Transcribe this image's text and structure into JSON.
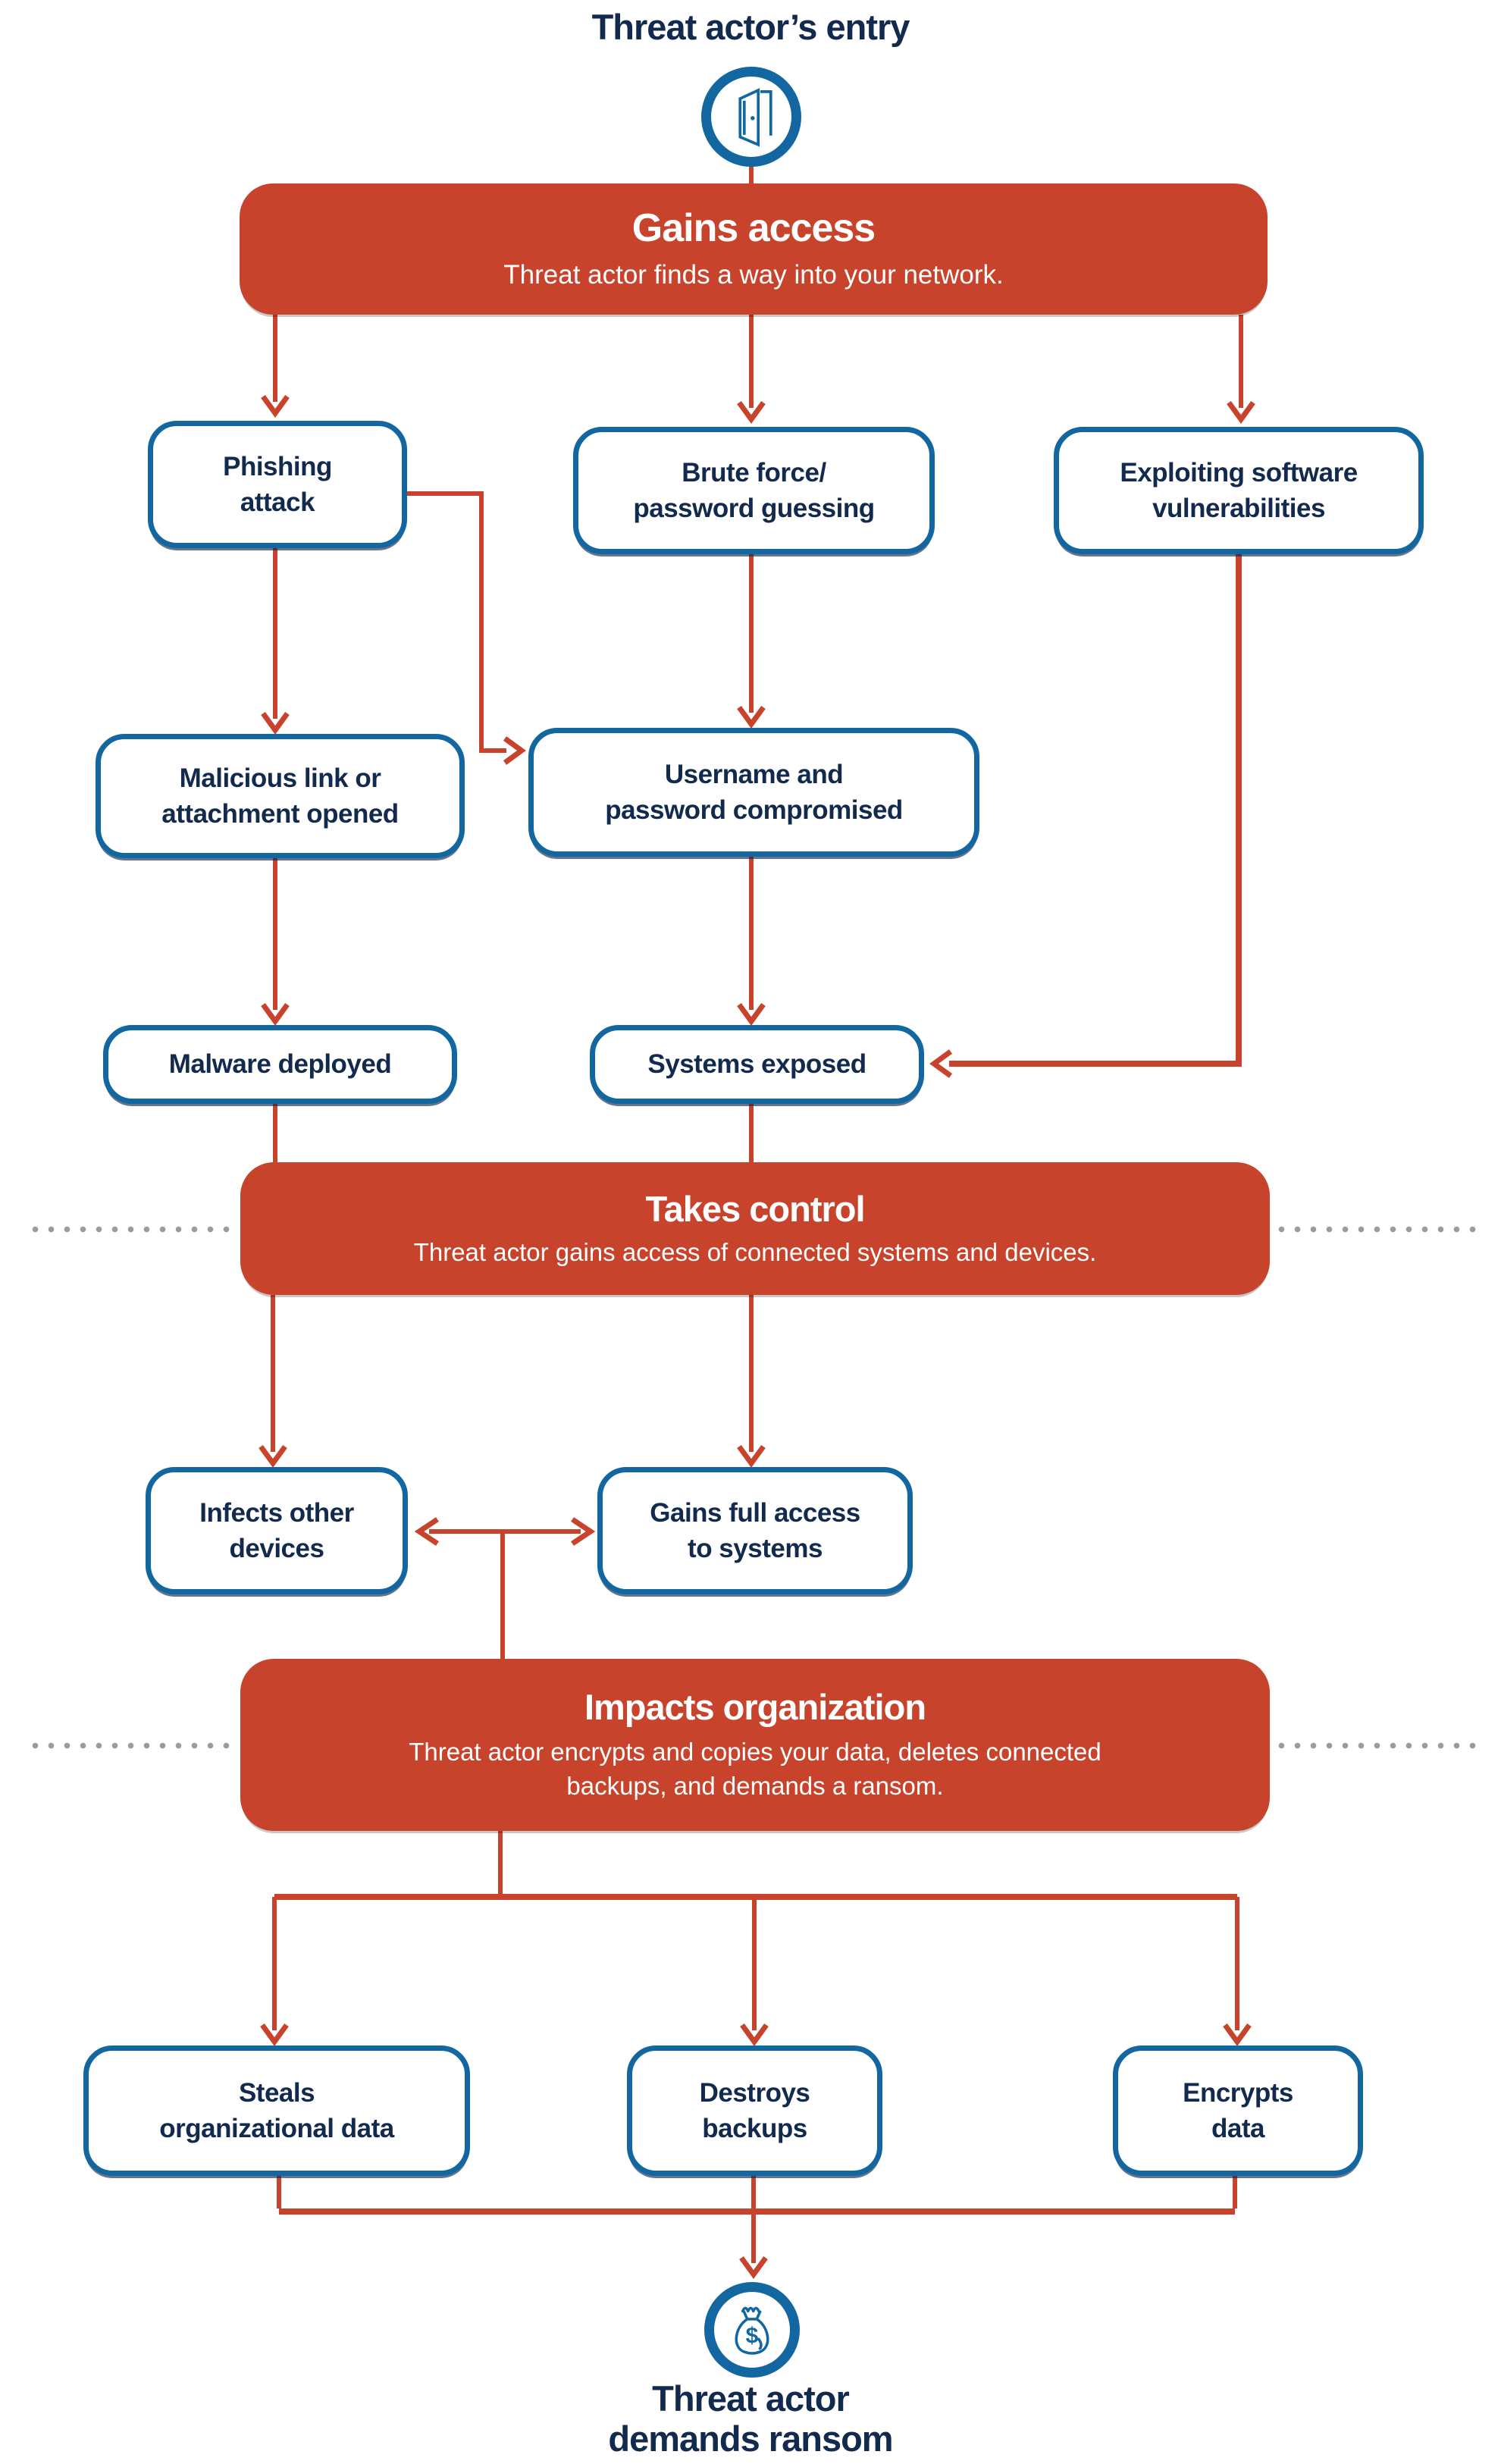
{
  "header": {
    "title": "Threat actor’s entry"
  },
  "stages": {
    "gains_access": {
      "title": "Gains access",
      "subtitle": "Threat actor finds a way into your network."
    },
    "takes_control": {
      "title": "Takes control",
      "subtitle": "Threat actor gains access of connected systems and devices."
    },
    "impacts_organization": {
      "title": "Impacts organization",
      "subtitle": "Threat actor encrypts and copies your data, deletes connected\nbackups, and demands a ransom."
    }
  },
  "nodes": {
    "phishing": {
      "label": "Phishing\nattack"
    },
    "brute_force": {
      "label": "Brute force/\npassword guessing"
    },
    "exploiting": {
      "label": "Exploiting software\nvulnerabilities"
    },
    "malicious": {
      "label": "Malicious link or\nattachment opened"
    },
    "username": {
      "label": "Username and\npassword compromised"
    },
    "malware": {
      "label": "Malware deployed"
    },
    "systems": {
      "label": "Systems exposed"
    },
    "infects": {
      "label": "Infects other\ndevices"
    },
    "gains_full": {
      "label": "Gains full access\nto systems"
    },
    "steals": {
      "label": "Steals\norganizational data"
    },
    "destroys": {
      "label": "Destroys\nbackups"
    },
    "encrypts": {
      "label": "Encrypts\ndata"
    }
  },
  "footer": {
    "label": "Threat actor\ndemands ransom"
  },
  "icons": {
    "entry": "door-icon",
    "ransom": "money-bag-icon",
    "dollar_glyph": "$"
  },
  "colors": {
    "accent_red": "#C7432C",
    "accent_blue": "#1367A0",
    "text_navy": "#122A4E",
    "dot_gray": "#9B9B9E",
    "background": "#FFFFFF"
  }
}
